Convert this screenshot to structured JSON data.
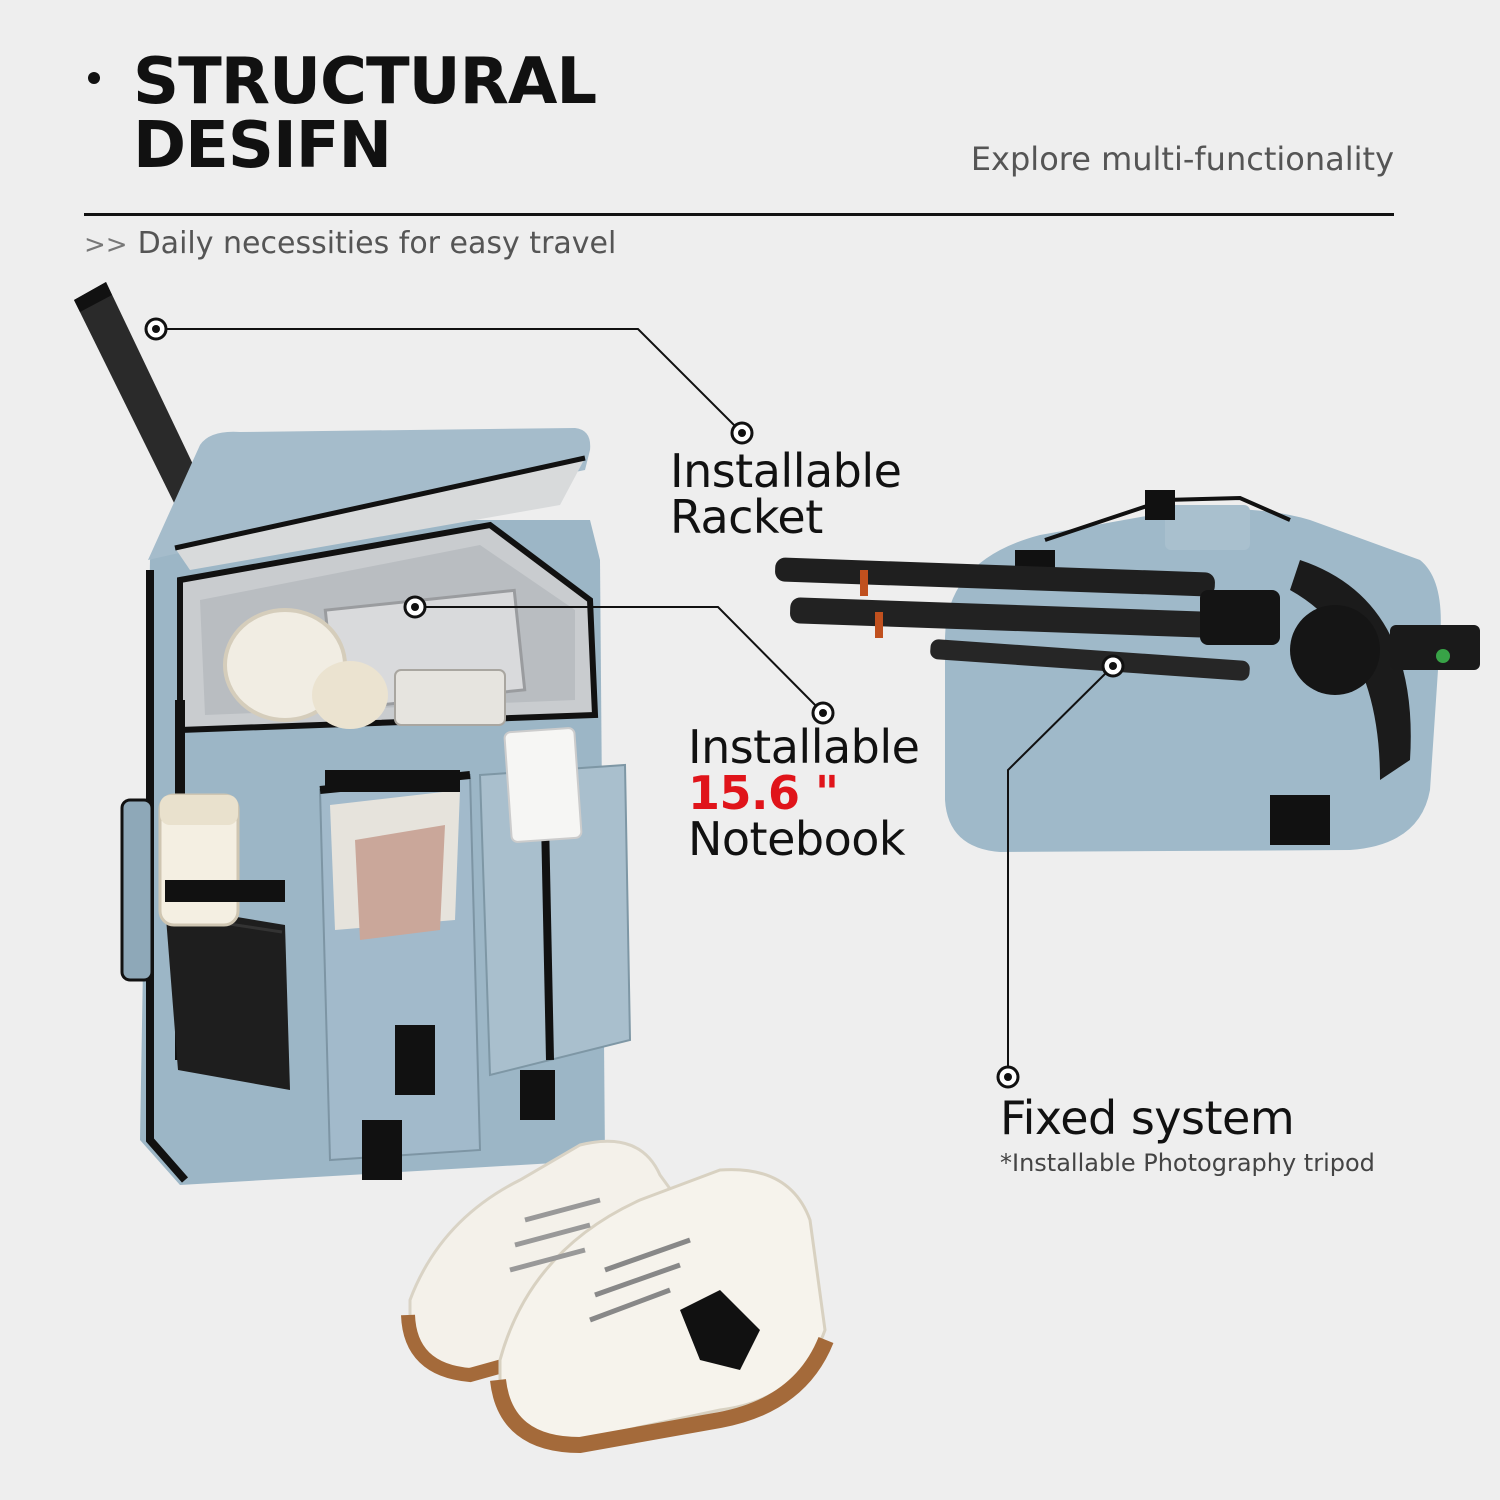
{
  "header": {
    "title_line1": "STRUCTURAL",
    "title_line2": "DESIFN",
    "tagline": "Explore multi-functionality",
    "subhead_arrow": ">>",
    "subhead": "Daily necessities for easy travel"
  },
  "callouts": {
    "racket_line1": "Installable",
    "racket_line2": "Racket",
    "notebook_line1": "Installable",
    "notebook_size": "15.6 \"",
    "notebook_line3": "Notebook",
    "fixed_title": "Fixed system",
    "fixed_note": "*Installable Photography tripod"
  },
  "colors": {
    "background": "#eeeeee",
    "bag_blue": "#9cb6c6",
    "accent_red": "#e0141a",
    "text_dark": "#111111",
    "text_gray": "#555555"
  }
}
